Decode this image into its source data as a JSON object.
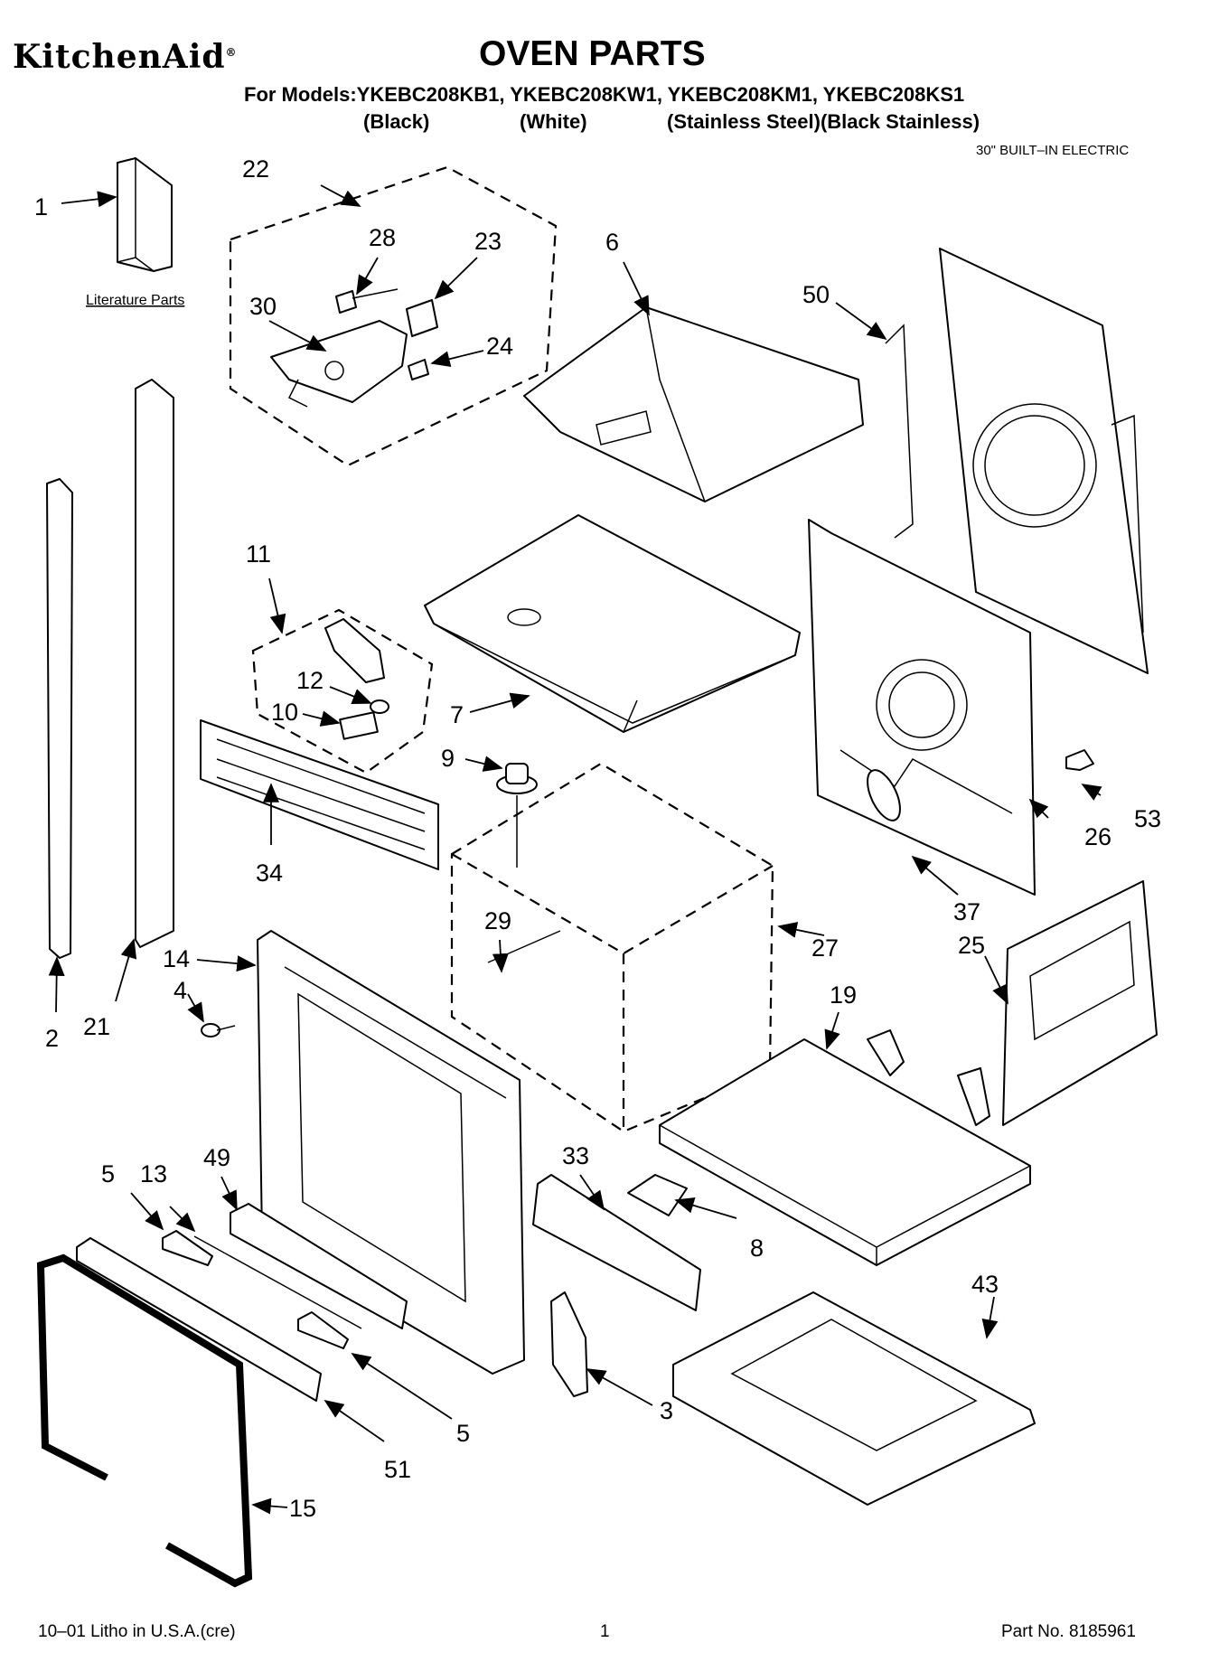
{
  "header": {
    "brand": "KitchenAid",
    "brand_mark": "®",
    "title": "OVEN PARTS",
    "models_line": "For Models:YKEBC208KB1, YKEBC208KW1, YKEBC208KM1, YKEBC208KS1",
    "finishes": [
      "(Black)",
      "(White)",
      "(Stainless Steel)(Black Stainless)"
    ],
    "appliance_type": "30\" BUILT–IN ELECTRIC"
  },
  "literature_label": "Literature Parts",
  "callouts": [
    "1",
    "2",
    "3",
    "4",
    "5",
    "5",
    "6",
    "7",
    "8",
    "9",
    "10",
    "11",
    "12",
    "13",
    "14",
    "15",
    "19",
    "21",
    "22",
    "23",
    "24",
    "25",
    "26",
    "27",
    "28",
    "29",
    "30",
    "33",
    "34",
    "37",
    "43",
    "49",
    "50",
    "51",
    "53"
  ],
  "footer": {
    "left": "10–01 Litho in U.S.A.(cre)",
    "page_number": "1",
    "part_number": "Part No. 8185961"
  }
}
